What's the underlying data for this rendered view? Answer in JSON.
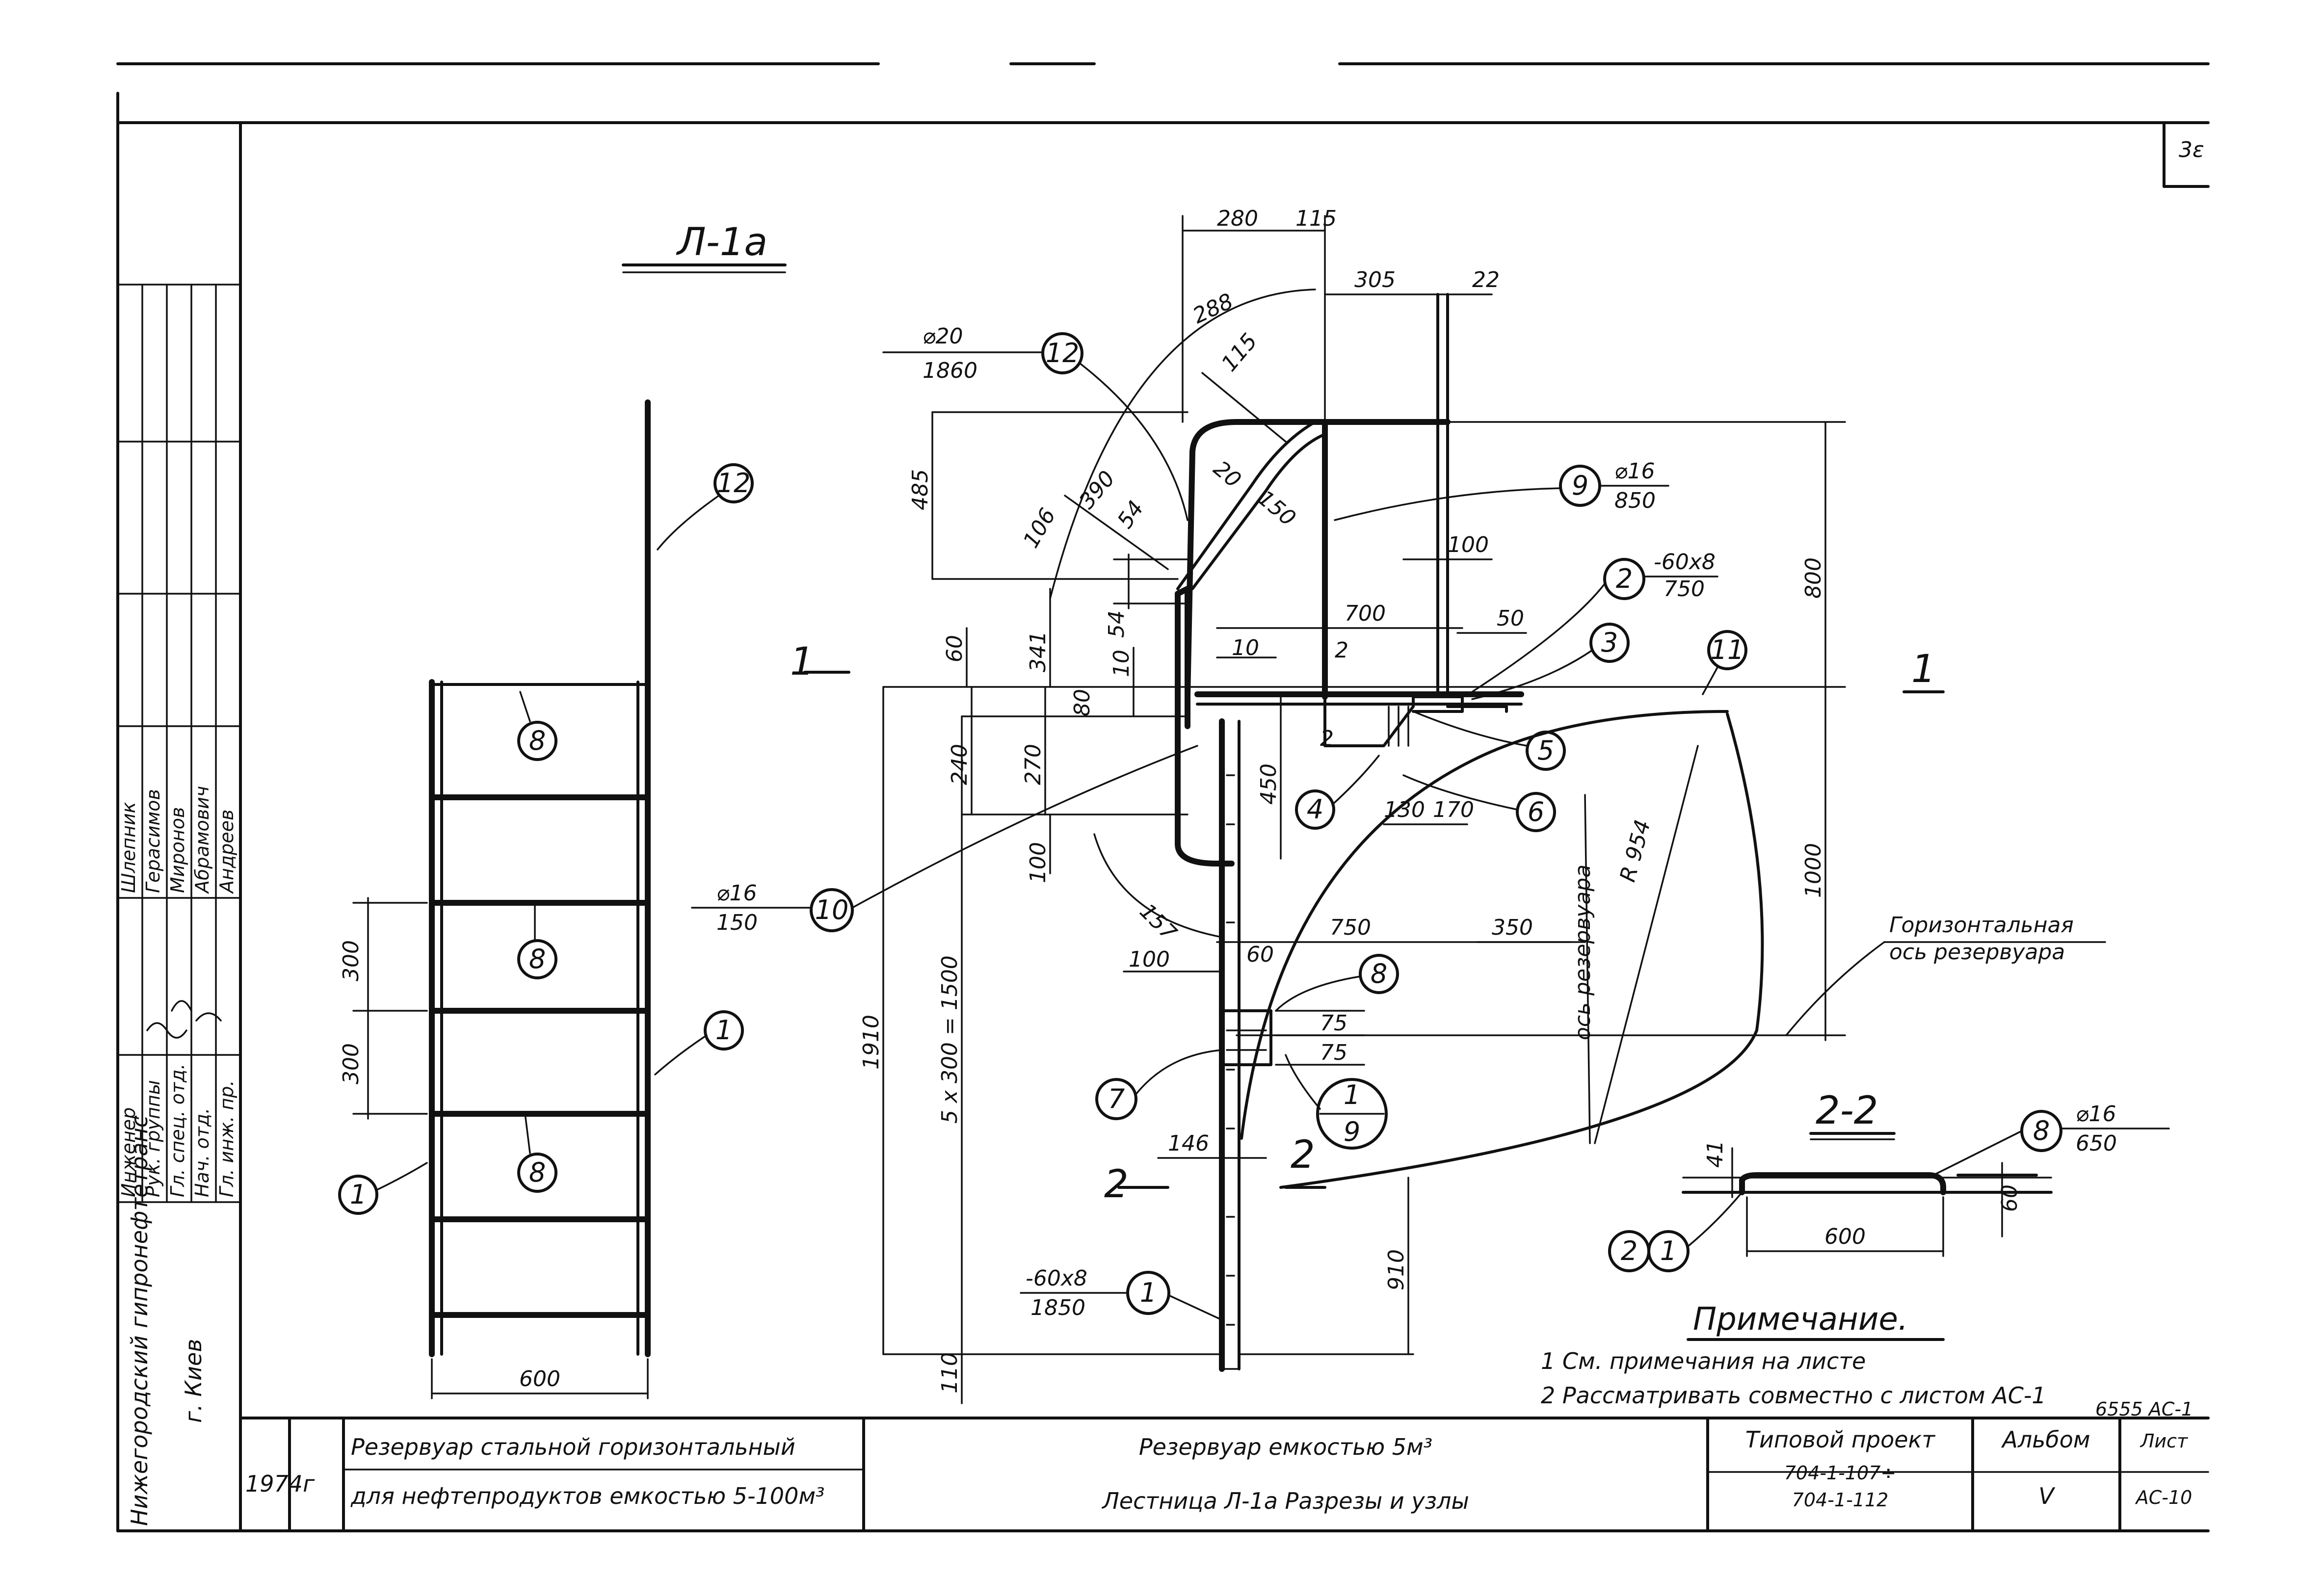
{
  "sheet_corner": "3ε",
  "views": {
    "main_title": "Л-1а",
    "section_22": "2-2",
    "cut_1": "1",
    "cut_2": "2"
  },
  "dimensions": {
    "d280": "280",
    "d115": "115",
    "d288": "288",
    "d305": "305",
    "d22": "22",
    "d485": "485",
    "d390": "390",
    "d115b": "115",
    "d20": "20",
    "d150": "150",
    "d54": "54",
    "d106": "106",
    "d54b": "54",
    "d341": "341",
    "d60": "60",
    "d10": "10",
    "d10b": "10",
    "d2": "2",
    "d100": "100",
    "d700": "700",
    "d50": "50",
    "d800": "800",
    "d1000": "1000",
    "d240": "240",
    "d270": "270",
    "d80": "80",
    "d450": "450",
    "d2b": "2",
    "d130": "130",
    "d170": "170",
    "d100b": "100",
    "d157": "157",
    "d750": "750",
    "d350": "350",
    "d100c": "100",
    "d60b": "60",
    "d75": "75",
    "d75b": "75",
    "d1910": "1910",
    "d5x300": "5 x 300 = 1500",
    "d146": "146",
    "d910": "910",
    "d110": "110",
    "d300a": "300",
    "d300b": "300",
    "d600": "600",
    "d41": "41",
    "d600b": "600",
    "d60c": "60",
    "r954": "R 954"
  },
  "specs": {
    "bar20_top": "⌀20",
    "bar20_bottom": "1860",
    "bar16a_top": "⌀16",
    "bar16a_bottom": "850",
    "strip_top": "-60x8",
    "strip_bottom": "750",
    "bar16b_top": "⌀16",
    "bar16b_bottom": "150",
    "strip2_top": "-60x8",
    "strip2_bottom": "1850",
    "bar16c_top": "⌀16",
    "bar16c_bottom": "650"
  },
  "callouts": {
    "c1": "1",
    "c2": "2",
    "c3": "3",
    "c4": "4",
    "c5": "5",
    "c6": "6",
    "c7": "7",
    "c8": "8",
    "c9": "9",
    "c10": "10",
    "c11": "11",
    "c12": "12",
    "node_top": "1",
    "node_bottom": "9"
  },
  "labels": {
    "tank_axis_vertical": "ось резервуара",
    "tank_axis_horizontal_1": "Горизонтальная",
    "tank_axis_horizontal_2": "ось резервуара"
  },
  "notes": {
    "heading": "Примечание.",
    "line1": "1 См. примечания на листе",
    "line2": "2 Рассматривать совместно с листом АС-1",
    "stamp": "6555 АС-1"
  },
  "title_block": {
    "year": "1974г",
    "main_title_1": "Резервуар стальной горизонтальный",
    "main_title_2": "для нефтепродуктов емкостью 5-100м³",
    "sub_title_1": "Резервуар емкостью 5м³",
    "sub_title_2": "Лестница Л-1а  Разрезы и узлы",
    "project_label": "Типовой проект",
    "project_num_1": "704-1-107÷",
    "project_num_2": "704-1-112",
    "album_label": "Альбом",
    "album_value": "V",
    "sheet_label": "Лист",
    "sheet_value": "АС-10"
  },
  "side_block": {
    "org": "Нижегородский гипронефтетранс",
    "city": "г. Киев",
    "roles": [
      "Гл. инж. пр.",
      "Нач. отд.",
      "Гл. спец. отд.",
      "Рук. группы",
      "Инженер"
    ],
    "names": [
      "Андреев",
      "Абрамович",
      "Миронов",
      "Герасимов",
      "Шлепник"
    ]
  }
}
